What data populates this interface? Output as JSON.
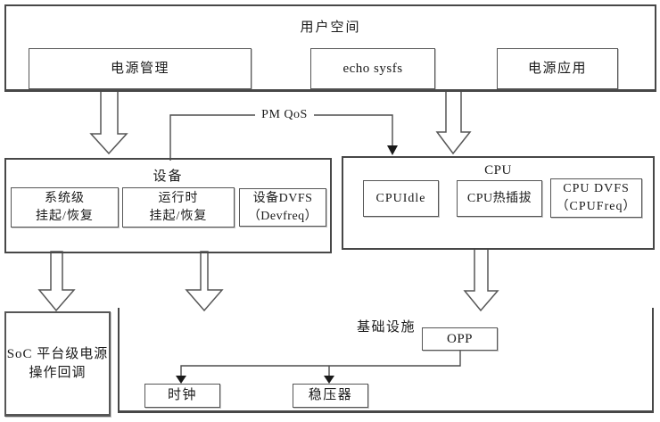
{
  "user_space": {
    "title": "用户空间",
    "boxes": [
      {
        "label": "电源管理"
      },
      {
        "label": "echo sysfs"
      },
      {
        "label": "电源应用"
      }
    ]
  },
  "pm_qos": {
    "label": "PM QoS"
  },
  "device": {
    "title": "设备",
    "boxes": [
      {
        "line1": "系统级",
        "line2": "挂起/恢复"
      },
      {
        "line1": "运行时",
        "line2": "挂起/恢复"
      },
      {
        "line1": "设备DVFS",
        "line2": "（Devfreq）"
      }
    ]
  },
  "cpu": {
    "title": "CPU",
    "boxes": [
      {
        "line1": "CPUIdle"
      },
      {
        "line1": "CPU热插拔"
      },
      {
        "line1": "CPU DVFS",
        "line2": "（CPUFreq）"
      }
    ]
  },
  "soc": {
    "line1": "SoC 平台级电源",
    "line2": "操作回调"
  },
  "infrastructure": {
    "title": "基础设施",
    "boxes": [
      {
        "label": "OPP"
      },
      {
        "label": "时钟"
      },
      {
        "label": "稳压器"
      }
    ]
  },
  "colors": {
    "line": "#565656",
    "container_border": "#474747",
    "solid_arrowhead": "#1a1a1a",
    "background": "#ffffff",
    "text": "#1a1a1a"
  }
}
